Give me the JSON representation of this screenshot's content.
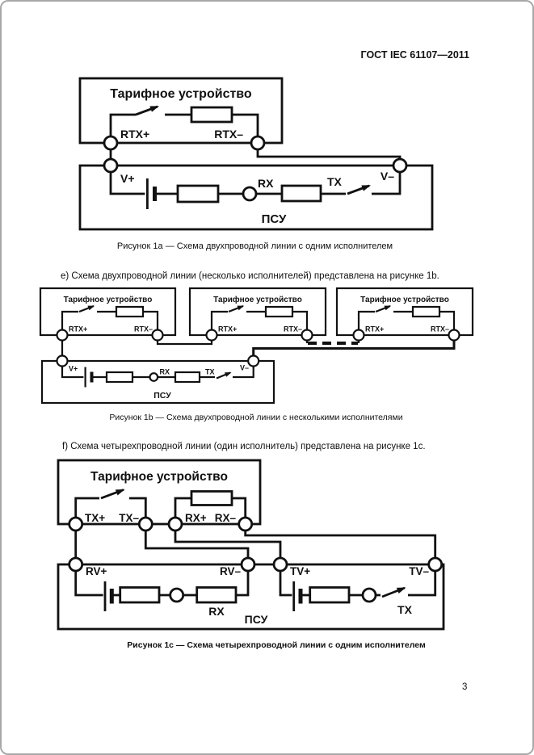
{
  "header": {
    "title": "ГОСТ IEC 61107—2011"
  },
  "footer": {
    "page_number": "3"
  },
  "paragraphs": {
    "e": "е) Схема двухпроводной линии (несколько исполнителей) представлена на рисунке 1b.",
    "f": "f) Схема четырехпроводной линии (один исполнитель) представлена на рисунке 1c."
  },
  "fig1a": {
    "device_title": "Тарифное устройство",
    "labels": {
      "rtx_plus": "RTX+",
      "rtx_minus": "RTX–",
      "v_plus": "V+",
      "v_minus": "V–",
      "rx": "RX",
      "tx": "TX",
      "psu": "ПСУ"
    },
    "caption": "Рисунок 1а — Схема двухпроводной линии с одним исполнителем"
  },
  "fig1b": {
    "device_title": "Тарифное устройство",
    "labels": {
      "rtx_plus": "RTX+",
      "rtx_minus": "RTX–",
      "v_plus": "V+",
      "v_minus": "V–",
      "rx": "RX",
      "tx": "TX",
      "psu": "ПСУ"
    },
    "caption": "Рисунок 1b — Схема двухпроводной линии с несколькими исполнителями"
  },
  "fig1c": {
    "device_title": "Тарифное устройство",
    "labels": {
      "tx_plus": "TX+",
      "tx_minus": "TX–",
      "rx_plus": "RX+",
      "rx_minus": "RX–",
      "rv_plus": "RV+",
      "rv_minus": "RV–",
      "tv_plus": "TV+",
      "tv_minus": "TV–",
      "rx": "RX",
      "tx": "TX",
      "psu": "ПСУ"
    },
    "caption": "Рисунок 1c — Схема четырехпроводной линии с одним исполнителем"
  }
}
